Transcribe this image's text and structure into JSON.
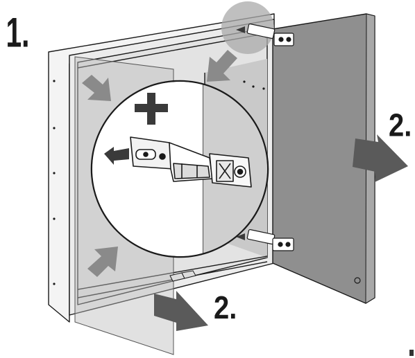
{
  "steps": {
    "step1": "1.",
    "step2_right": "2.",
    "step2_bottom": "2."
  },
  "colors": {
    "cabinet_stroke": "#1a1a1a",
    "door_fill": "#8f8f8f",
    "interior_fill": "#d6d6d6",
    "mirror_fill": "#c4c4c4",
    "arrow_gray": "#8a8a8a",
    "arrow_dark": "#5a5a5a",
    "highlight_circle": "#a9a9a9"
  },
  "icons": {
    "plus": "plus-icon",
    "hinge": "hinge-icon"
  }
}
